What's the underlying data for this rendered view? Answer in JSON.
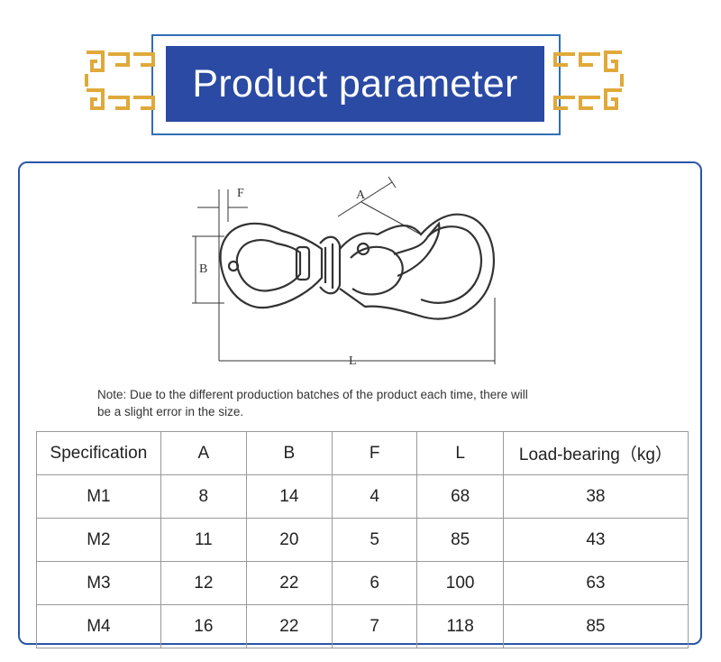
{
  "header": {
    "title": "Product parameter",
    "accent_color": "#2a4aa3",
    "ornament_color": "#e0a93a"
  },
  "diagram": {
    "label_a": "A",
    "label_b": "B",
    "label_f": "F",
    "label_l": "L"
  },
  "note": {
    "line1": "Note: Due to the different production batches of the product each time, there will",
    "line2": "be a slight error in the size."
  },
  "table": {
    "headers": [
      "Specification",
      "A",
      "B",
      "F",
      "L",
      "Load-bearing（kg）"
    ],
    "rows": [
      [
        "M1",
        "8",
        "14",
        "4",
        "68",
        "38"
      ],
      [
        "M2",
        "11",
        "20",
        "5",
        "85",
        "43"
      ],
      [
        "M3",
        "12",
        "22",
        "6",
        "100",
        "63"
      ],
      [
        "M4",
        "16",
        "22",
        "7",
        "118",
        "85"
      ]
    ]
  }
}
